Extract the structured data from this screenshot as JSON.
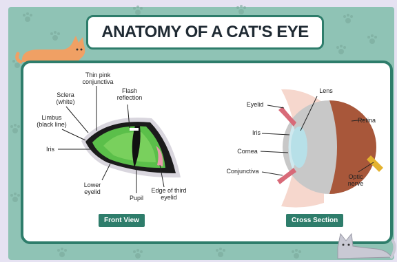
{
  "title": "ANATOMY OF A CAT'S EYE",
  "front_view": {
    "caption": "Front View",
    "labels": {
      "thin_pink_conjunctiva": "Thin pink\nconjunctiva",
      "flash_reflection": "Flash\nreflection",
      "sclera": "Sclera\n(white)",
      "limbus": "Limbus\n(black line)",
      "iris": "Iris",
      "lower_eyelid": "Lower\neyelid",
      "pupil": "Pupil",
      "edge_third_eyelid": "Edge of third\neyelid"
    }
  },
  "cross_section": {
    "caption": "Cross Section",
    "labels": {
      "eyelid": "Eyelid",
      "lens": "Lens",
      "retina": "Retina",
      "iris": "Iris",
      "cornea": "Cornea",
      "conjunctiva": "Conjunctiva",
      "optic_nerve": "Optic\nnerve"
    }
  },
  "colors": {
    "frame_teal": "#2e7d6b",
    "background_teal": "#8fc3b5",
    "iris_green": "#5bbf4a",
    "retina_brown": "#a8573a",
    "cat_orange": "#f0a064",
    "cat_gray": "#c9c9d4"
  }
}
